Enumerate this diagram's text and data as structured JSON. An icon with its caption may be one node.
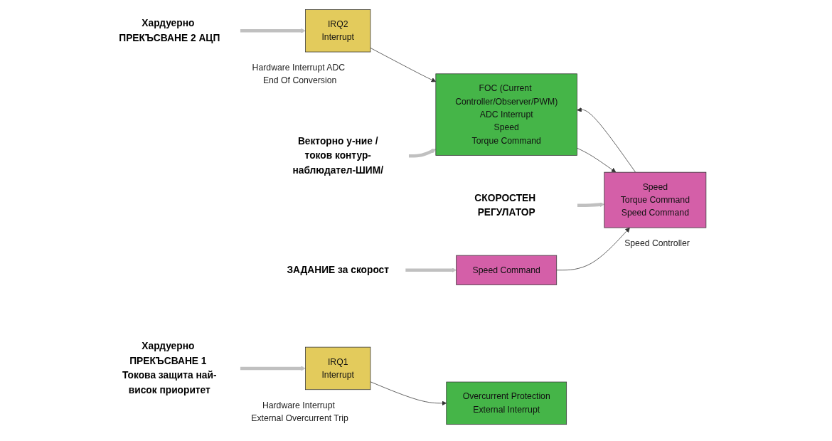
{
  "diagram": {
    "nodes": [
      {
        "text": [
          "Хардуерно ПРЕКЪСВАНЕ 2 АЦП"
        ]
      },
      {
        "text": [
          "IRQ2",
          "Interrupt"
        ],
        "beside": [
          "Hardware Interrupt ADC End Of Conversion"
        ]
      },
      {
        "text": [
          "FOC (Current Controller/Observer/PWM)",
          "ADC Interrupt",
          "Speed",
          "Torque Command"
        ]
      },
      {
        "text": [
          "Векторно у-ние /токов контур-наблюдател-ШИМ/"
        ]
      },
      {
        "text": [
          "СКОРОСТЕН РЕГУЛАТОР"
        ]
      },
      {
        "text": [
          "Speed",
          "Torque Command",
          "Speed Command"
        ],
        "beside": [
          "Speed Controller"
        ]
      },
      {
        "text": [
          "ЗАДАНИЕ за скорост"
        ]
      },
      {
        "text": [
          "Speed Command"
        ]
      },
      {
        "text": [
          "IRQ1",
          "Interrupt"
        ],
        "beside": [
          "Hardware Interrupt External Overcurrent Trip"
        ]
      },
      {
        "text": [
          "Overcurrent Protection",
          "External Interrupt"
        ]
      },
      {
        "text": [
          "Хардуерно ПРЕКЪСВАНЕ 1 Токова защита най-висок приоритет"
        ]
      }
    ],
    "edges": [
      {
        "from": 0,
        "to": 1,
        "arrow": "to",
        "style": "thick",
        "color": "#c0c0c0"
      },
      {
        "from": 1,
        "to": 2,
        "arrow": "to",
        "color": "#333333"
      },
      {
        "from": 3,
        "to": 2,
        "arrow": "to",
        "style": "thick",
        "color": "#c0c0c0"
      },
      {
        "from": 2,
        "to": 5,
        "arrow": "to",
        "color": "#333333"
      },
      {
        "from": 5,
        "to": 2,
        "arrow": "to",
        "color": "#333333"
      },
      {
        "from": 4,
        "to": 5,
        "arrow": "to",
        "style": "thick",
        "color": "#c0c0c0"
      },
      {
        "from": 6,
        "to": 7,
        "arrow": "to",
        "style": "thick",
        "color": "#c0c0c0"
      },
      {
        "from": 7,
        "to": 5,
        "arrow": "to",
        "color": "#333333"
      },
      {
        "from": 8,
        "to": 9,
        "arrow": "to",
        "color": "#333333"
      },
      {
        "from": 10,
        "to": 8,
        "arrow": "to",
        "style": "thick",
        "color": "#c0c0c0"
      }
    ]
  }
}
